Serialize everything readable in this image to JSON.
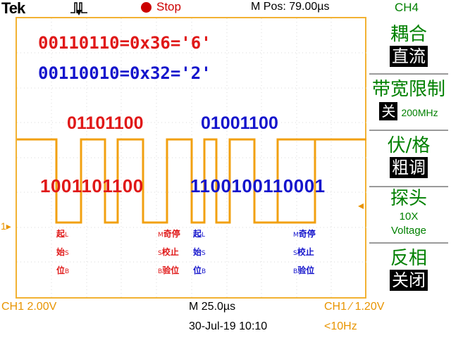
{
  "topbar": {
    "brand": "Tek",
    "run_state": "Stop",
    "horizontal_position": "M Pos: 79.00µs",
    "channel_menu": "CH4"
  },
  "annotations": {
    "byte1_formula": "00110110=0x36='6'",
    "byte2_formula": "00110010=0x32='2'",
    "byte1_lsb_order": "01101100",
    "byte2_lsb_order": "01001100",
    "frame1_bits": "1001101100",
    "frame2_bits": "1100100110001",
    "frame2_tail": "1"
  },
  "bit_markers": {
    "start": [
      "起",
      "始",
      "位"
    ],
    "start_sub": [
      "L",
      "S",
      "B"
    ],
    "parity_prefix": [
      "M",
      "S",
      "B"
    ],
    "parity": [
      "奇",
      "校",
      "验"
    ],
    "stop": [
      "停",
      "止",
      "位"
    ]
  },
  "waveform": {
    "color": "#f2a010",
    "high_level_label": "",
    "ch1_marker": "1▸",
    "trigger_marker": "◂"
  },
  "side_menu": {
    "coupling_label": "耦合",
    "coupling_value": "直流",
    "bw_limit_label": "带宽限制",
    "bw_limit_value": "关",
    "bw_limit_freq": "200MHz",
    "volts_div_label": "伏/格",
    "volts_div_value": "粗调",
    "probe_label": "探头",
    "probe_ratio": "10X",
    "probe_type": "Voltage",
    "invert_label": "反相",
    "invert_value": "关闭"
  },
  "bottombar": {
    "ch1_scale": "CH1  2.00V",
    "timebase": "M 25.0µs",
    "trigger": "CH1 ∕ 1.20V",
    "datetime": "30-Jul-19 10:10",
    "freq": "<10Hz"
  }
}
